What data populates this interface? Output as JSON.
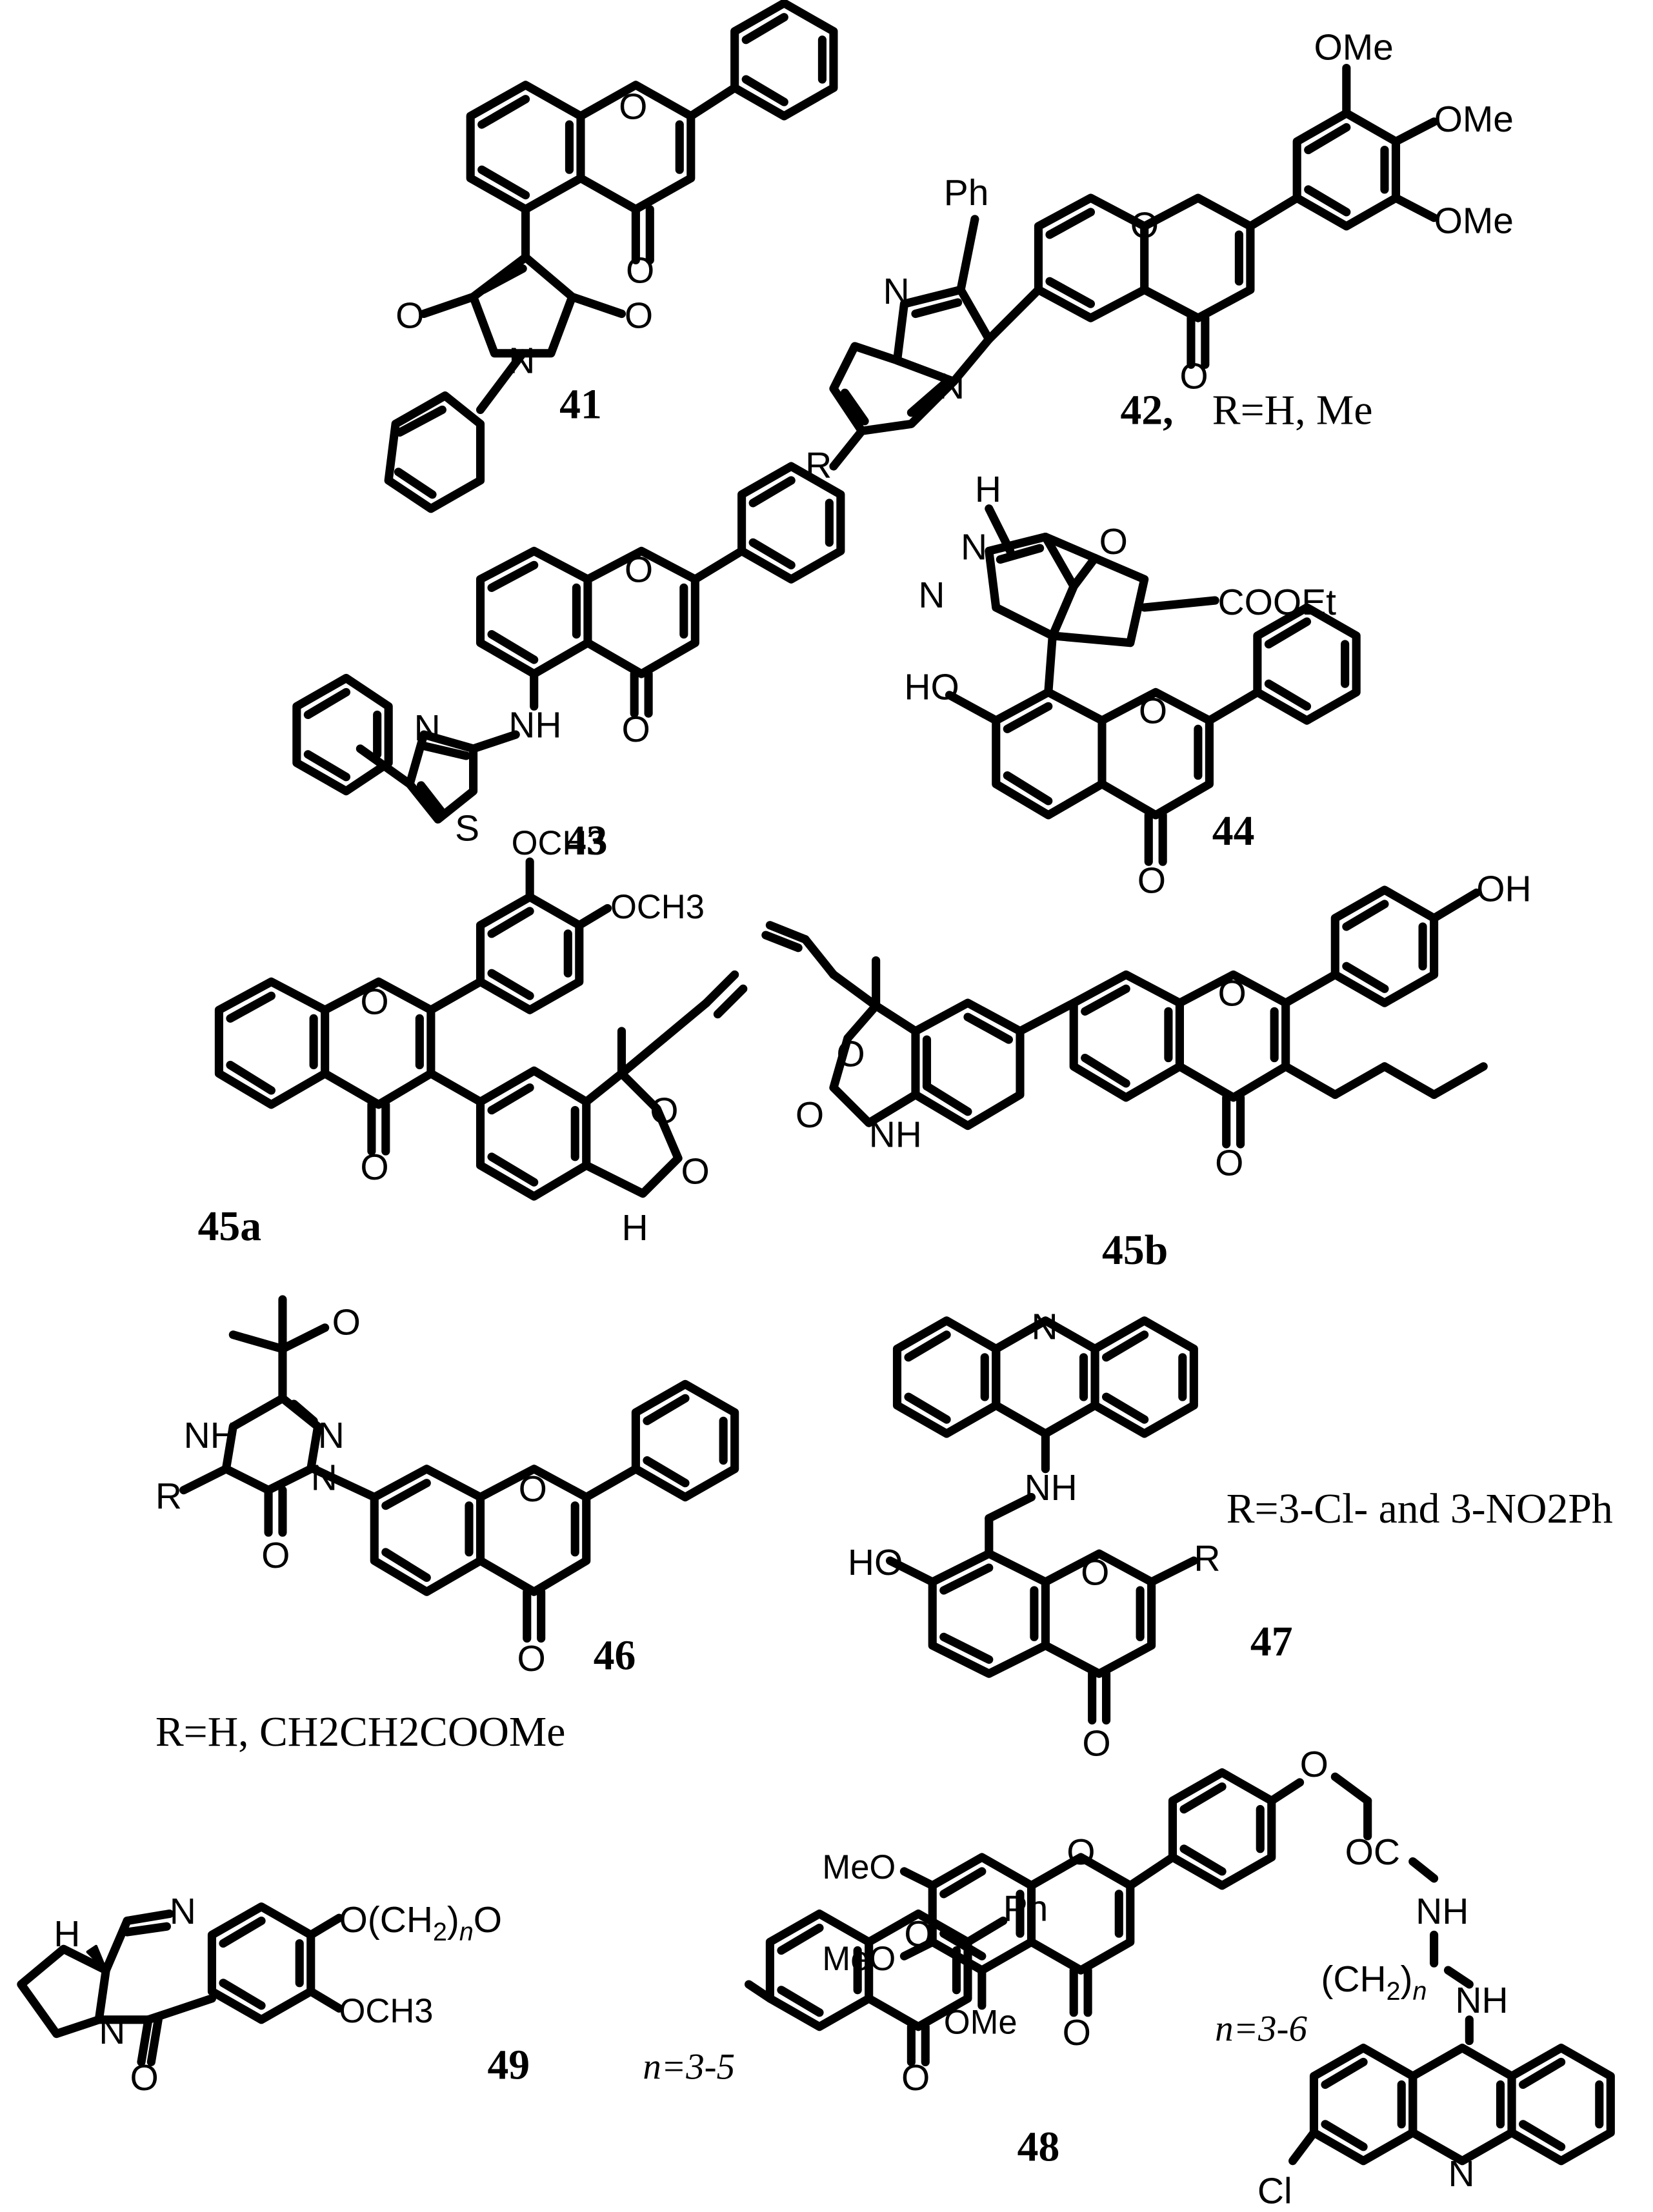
{
  "compounds": {
    "c41": {
      "label": "41"
    },
    "c42": {
      "label": "42,",
      "condition": "R=H, Me"
    },
    "c43": {
      "label": "43"
    },
    "c44": {
      "label": "44"
    },
    "c45a": {
      "label": "45a"
    },
    "c45b": {
      "label": "45b"
    },
    "c46": {
      "label": "46",
      "condition": "R=H, CH2CH2COOMe"
    },
    "c47": {
      "label": "47",
      "condition": "R=3-Cl- and 3-NO2Ph"
    },
    "c48": {
      "label": "48",
      "condition": "n=3-6"
    },
    "c49": {
      "label": "49",
      "condition": "n=3-5"
    }
  },
  "atoms": {
    "O": "O",
    "N": "N",
    "S": "S",
    "H": "H",
    "R": "R",
    "Ph": "Ph",
    "NH": "NH",
    "OMe": "OMe",
    "MeO": "MeO",
    "HO": "HO",
    "OH": "OH",
    "Cl": "Cl",
    "COOEt": "COOEt",
    "OCH3": "OCH3",
    "OC": "OC"
  },
  "colors": {
    "ink": "#000000",
    "background": "#ffffff"
  }
}
